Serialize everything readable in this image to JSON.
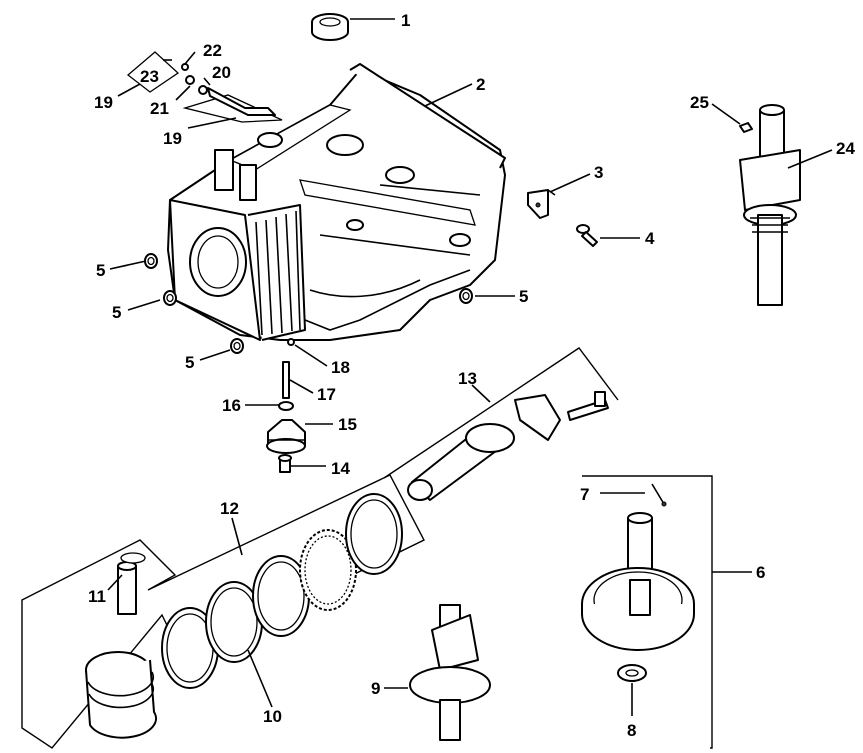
{
  "colors": {
    "line": "#000000",
    "background": "#ffffff"
  },
  "callouts": {
    "p1": "1",
    "p2": "2",
    "p3": "3",
    "p4": "4",
    "p5a": "5",
    "p5b": "5",
    "p5c": "5",
    "p5d": "5",
    "p6": "6",
    "p7": "7",
    "p8": "8",
    "p9": "9",
    "p10": "10",
    "p11": "11",
    "p12": "12",
    "p13": "13",
    "p14": "14",
    "p15": "15",
    "p16": "16",
    "p17": "17",
    "p18": "18",
    "p19a": "19",
    "p19b": "19",
    "p20": "20",
    "p21": "21",
    "p22": "22",
    "p23": "23",
    "p24": "24",
    "p25": "25"
  }
}
